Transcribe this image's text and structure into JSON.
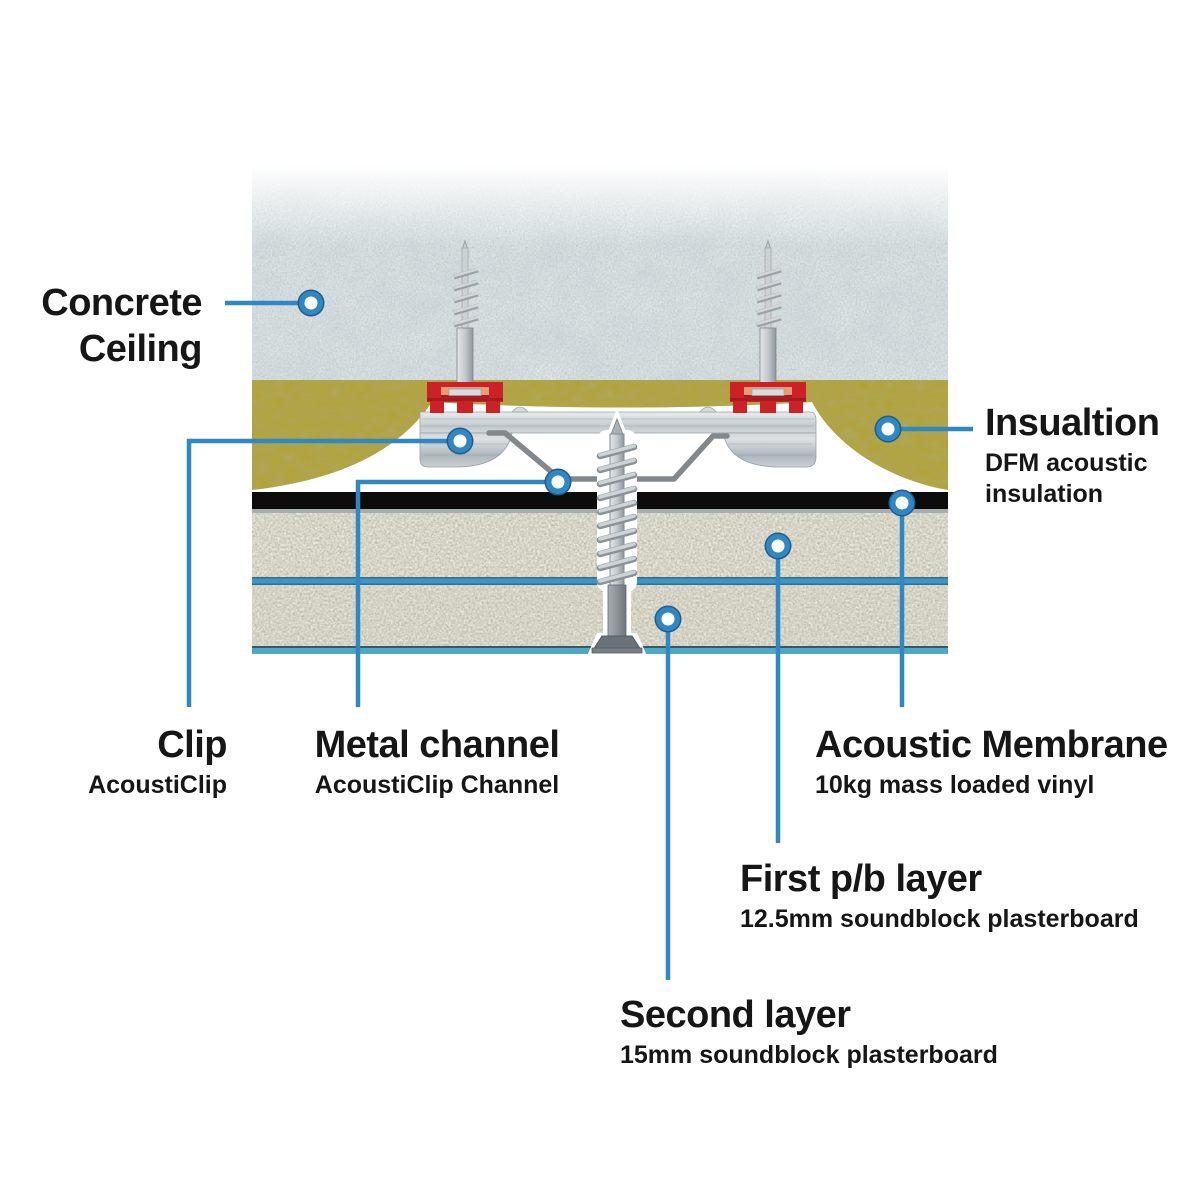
{
  "figure": {
    "type": "construction-cross-section",
    "subject": "Acoustic soundproofing ceiling system build-up"
  },
  "labels": {
    "concrete": {
      "title": "Concrete Ceiling"
    },
    "clip": {
      "title": "Clip",
      "subtitle": "AcoustiClip"
    },
    "metal_channel": {
      "title": "Metal channel",
      "subtitle": "AcoustiClip Channel"
    },
    "insulation": {
      "title": "Insualtion",
      "subtitle": "DFM acoustic insulation"
    },
    "membrane": {
      "title": "Acoustic Membrane",
      "subtitle": "10kg mass loaded vinyl"
    },
    "first_layer": {
      "title": "First p/b layer",
      "subtitle": "12.5mm soundblock plasterboard"
    },
    "second_layer": {
      "title": "Second layer",
      "subtitle": "15mm soundblock plasterboard"
    }
  },
  "colors": {
    "callout": "#2f87c3",
    "text": "#161616",
    "insulation": "#b2a233",
    "clipred": "#cb2127",
    "membrane": "#0c0c0c",
    "board": "#eae9dd",
    "separator": "#3f96c4",
    "bottomband": "#4ea8c6",
    "metal": "#c7cdd1"
  }
}
